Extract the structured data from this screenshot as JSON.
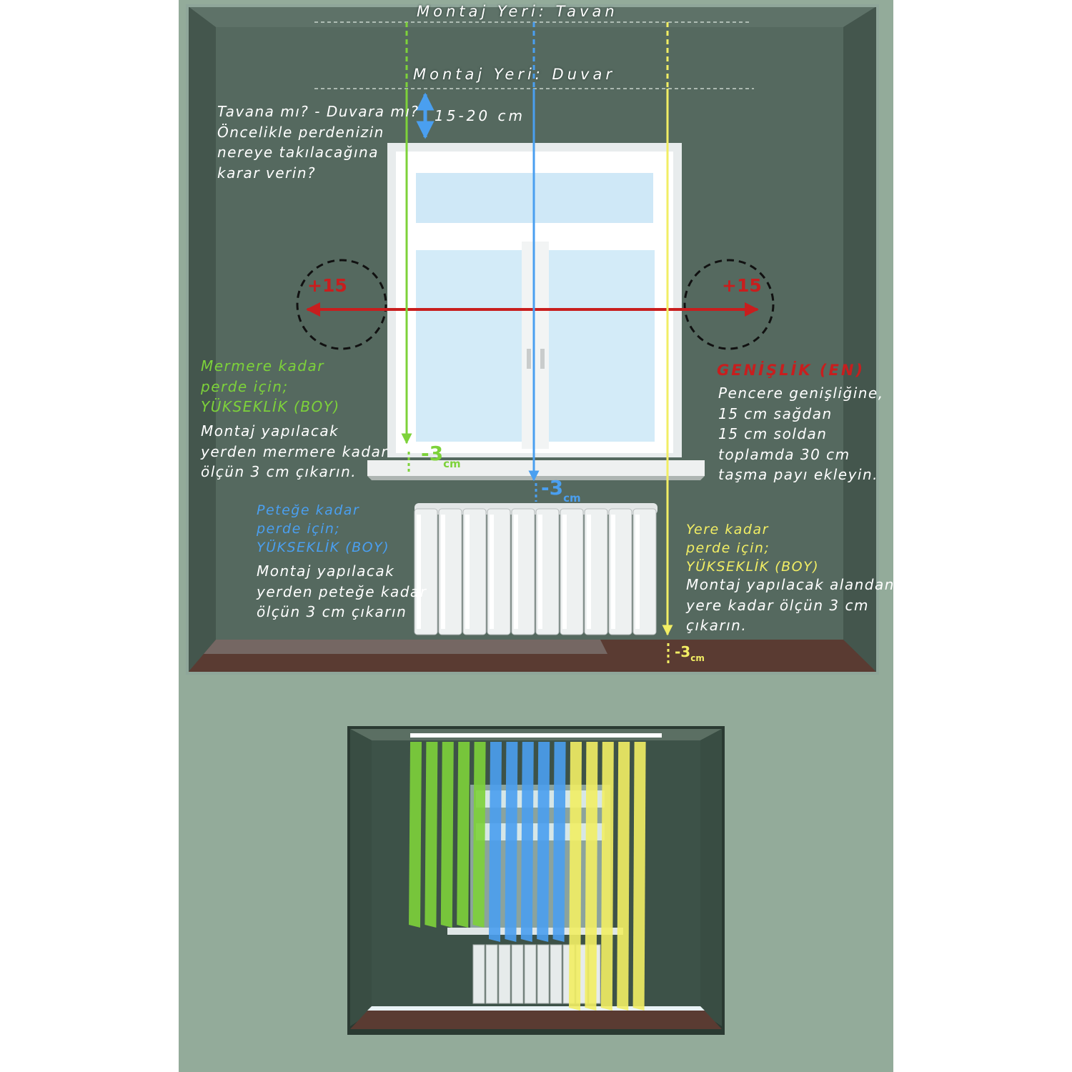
{
  "labels": {
    "ceiling_mount": "Montaj Yeri: Tavan",
    "wall_mount": "Montaj Yeri: Duvar",
    "gap": "15-20 cm",
    "question": [
      "Tavana mı? - Duvara mı?",
      "Öncelikle perdenizin",
      "nereye takılacağına",
      "karar verin?"
    ],
    "plus_left": "+15",
    "plus_right": "+15",
    "marble_title": [
      "Mermere kadar",
      "perde için;",
      "YÜKSEKLİK (BOY)"
    ],
    "marble_text": [
      "Montaj yapılacak",
      "yerden mermere kadar",
      "ölçün 3 cm çıkarın."
    ],
    "radiator_title": [
      "Peteğe kadar",
      "perde için;",
      "YÜKSEKLİK (BOY)"
    ],
    "radiator_text": [
      "Montaj yapılacak",
      "yerden peteğe kadar",
      "ölçün 3 cm çıkarın"
    ],
    "floor_title": [
      "Yere kadar",
      "perde için;",
      "YÜKSEKLİK (BOY)"
    ],
    "floor_text": [
      "Montaj yapılacak alandan",
      "yere kadar ölçün 3 cm",
      "çıkarın."
    ],
    "width_title": "GENİŞLİK (EN)",
    "width_text": [
      "Pencere genişliğine,",
      "15 cm sağdan",
      "15 cm soldan",
      "toplamda 30 cm",
      "taşma payı ekleyin."
    ],
    "minus": "-3",
    "unit": "cm"
  },
  "colors": {
    "wall": "#55695f",
    "side_wall": "#4a5d54",
    "floor": "#5a3b32",
    "panel_bg": "#93ab9a",
    "green": "#7dd23a",
    "blue": "#4a9ff0",
    "yellow": "#f2ee64",
    "red": "#c81e1e"
  },
  "icons": {
    "gap_arrow": "double-vertical-arrow-icon",
    "width_arrow": "double-horizontal-arrow-icon"
  }
}
